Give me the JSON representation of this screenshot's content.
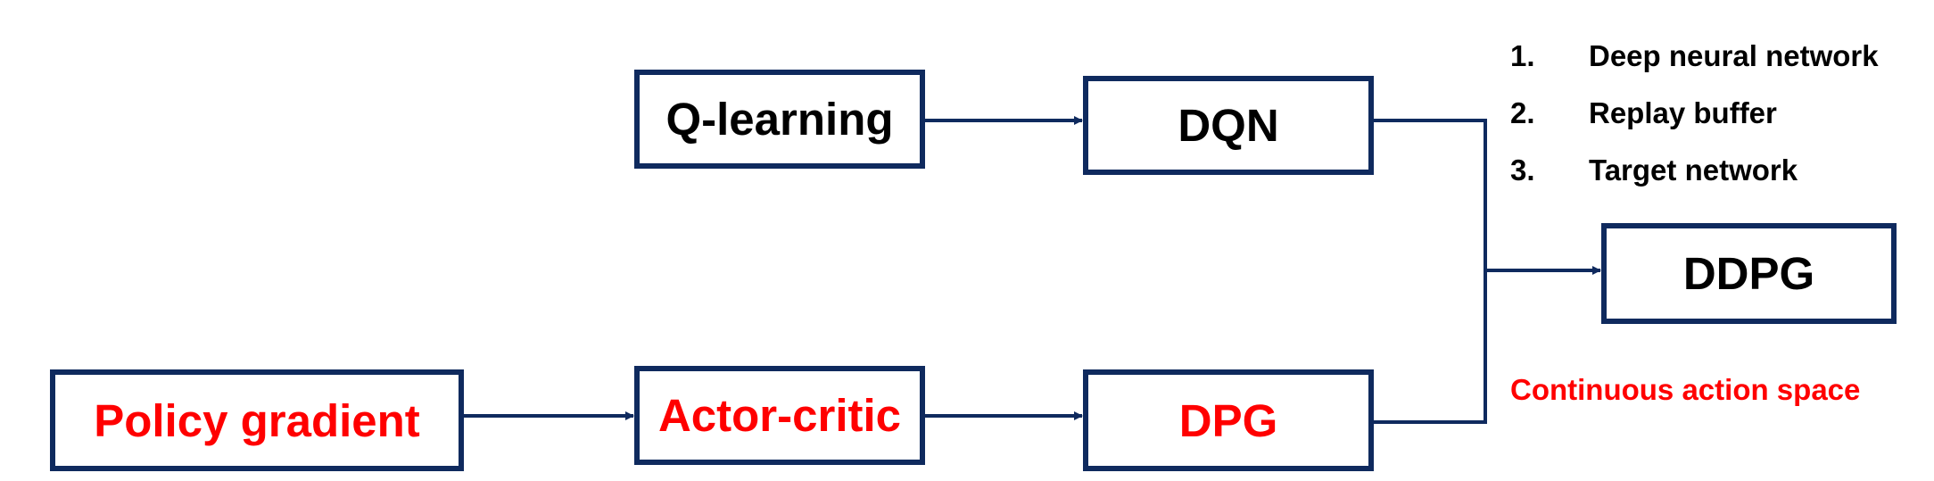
{
  "colors": {
    "border": "#0f2a5e",
    "arrow": "#0f2a5e",
    "text_black": "#000000",
    "text_red": "#ff0000"
  },
  "boxes": {
    "q_learning": {
      "label": "Q-learning",
      "color": "#000000"
    },
    "dqn": {
      "label": "DQN",
      "color": "#000000"
    },
    "ddpg": {
      "label": "DDPG",
      "color": "#000000"
    },
    "policy_gradient": {
      "label": "Policy gradient",
      "color": "#ff0000"
    },
    "actor_critic": {
      "label": "Actor-critic",
      "color": "#ff0000"
    },
    "dpg": {
      "label": "DPG",
      "color": "#ff0000"
    }
  },
  "dqn_features": [
    {
      "num": "1.",
      "text": "Deep neural network"
    },
    {
      "num": "2.",
      "text": "Replay buffer"
    },
    {
      "num": "3.",
      "text": "Target network"
    }
  ],
  "dpg_feature": {
    "text": "Continuous action space",
    "color": "#ff0000"
  }
}
